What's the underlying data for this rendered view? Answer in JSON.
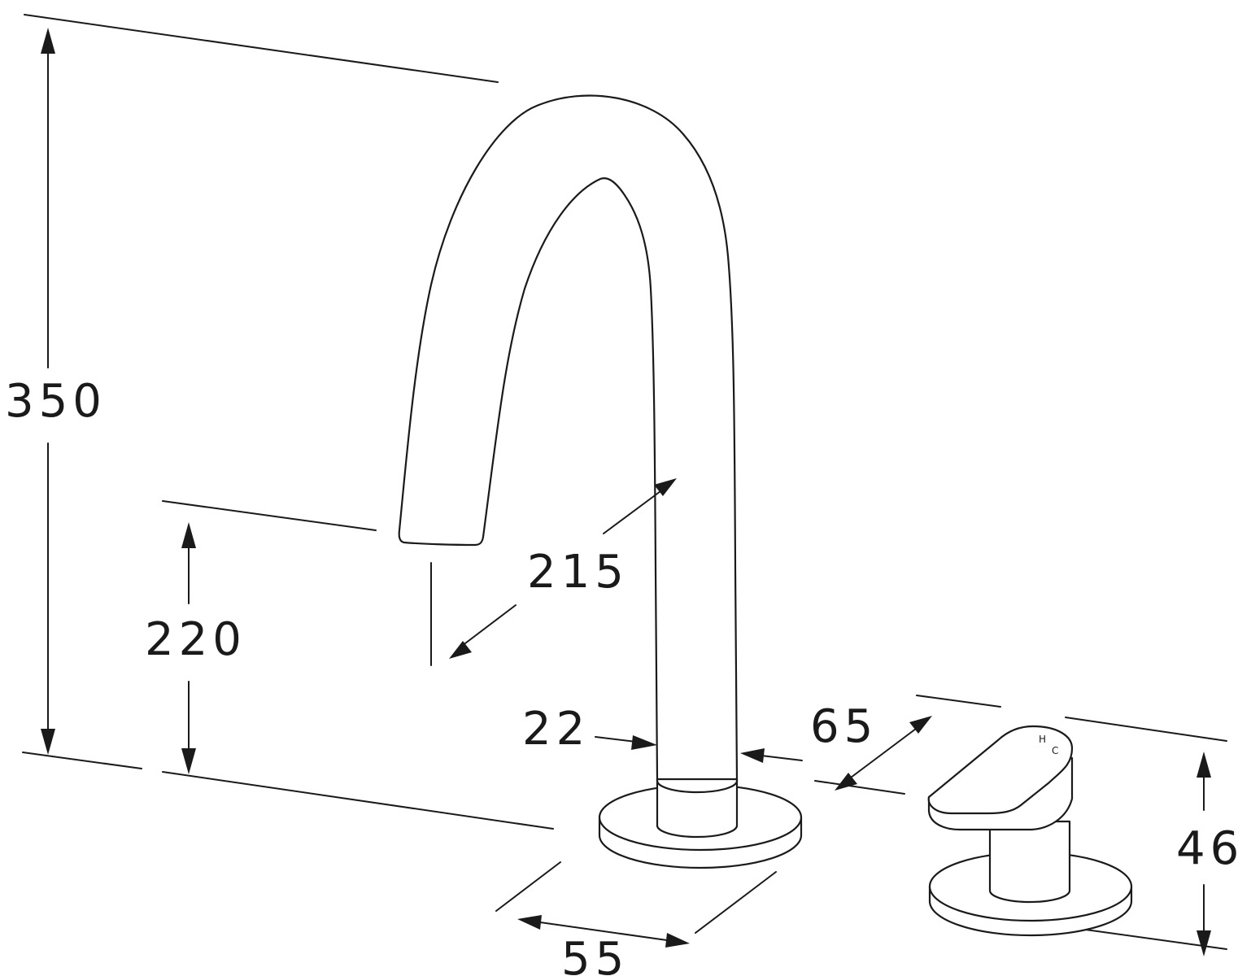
{
  "dimensions": {
    "overall_height": "350",
    "spout_outlet_height": "220",
    "spout_reach": "215",
    "spout_diameter": "22",
    "handle_spacing": "65",
    "base_diameter": "55",
    "handle_height": "46"
  },
  "handle_marks": {
    "hot": "H",
    "cold": "C"
  },
  "colors": {
    "stroke": "#1a1a1a",
    "background": "#ffffff"
  }
}
